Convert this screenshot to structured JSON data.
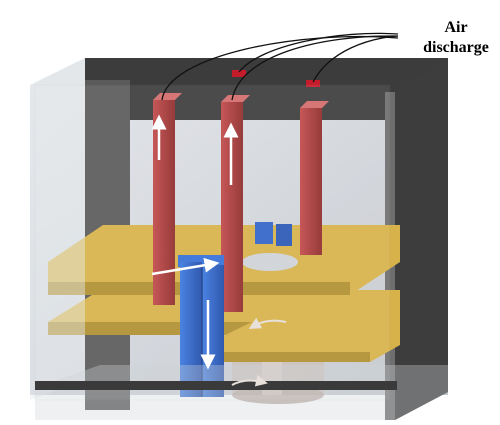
{
  "labels": {
    "air_discharge_line1": "Air",
    "air_discharge_line2": "discharge"
  },
  "colors": {
    "enclosure_frame": "#4a4a4a",
    "enclosure_glass": "#c9cdd3",
    "exhaust_duct": "#b03a3a",
    "supply_duct": "#2f63c8",
    "shelf": "#d7b24a",
    "cylinder": "#c9b8b0",
    "outlet_port": "#c41c2a"
  },
  "icons": [
    "airflow-up-arrow",
    "airflow-down-arrow",
    "airflow-right-arrow",
    "circulation-curved-arrow"
  ]
}
